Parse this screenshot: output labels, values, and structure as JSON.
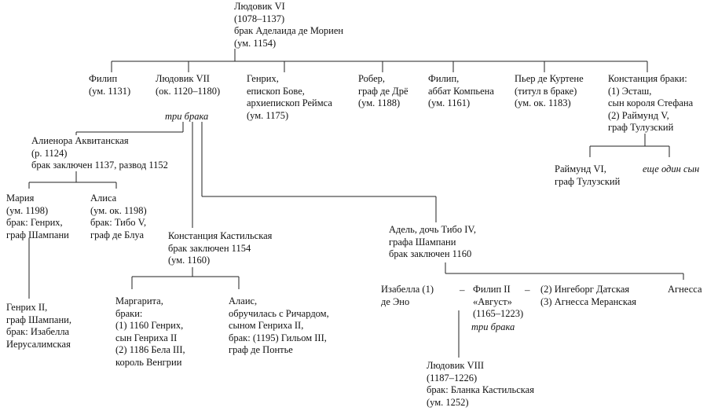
{
  "louis6": [
    "Людовик VI",
    "(1078–1137)",
    "брак Аделаида де Мориен",
    "(ум. 1154)"
  ],
  "philip_1131": [
    "Филип",
    "(ум. 1131)"
  ],
  "louis7": [
    "Людовик VII",
    "(ок. 1120–1180)"
  ],
  "louis7_note": "три брака",
  "henri_bove": [
    "Генрих,",
    "епископ Бове,",
    "архиепископ Реймса",
    "(ум.  1175)"
  ],
  "robert_dreux": [
    "Робер,",
    "граф де Дрё",
    "(ум.  1188)"
  ],
  "philip_abbot": [
    "Филип,",
    "аббат Компьена",
    "(ум. 1161)"
  ],
  "pierre_courtenay": [
    "Пьер де Куртене",
    "(титул в браке)",
    "(ум. ок. 1183)"
  ],
  "constance_fr": [
    "Констанция браки:",
    "(1) Эсташ,",
    "сын короля Стефана",
    "(2) Раймунд V,",
    "граф Тулузский"
  ],
  "raymond6": [
    "Раймунд VI,",
    "граф Тулузский"
  ],
  "other_son": "еще один сын",
  "eleanor": [
    "Алиенора Аквитанская",
    "(р. 1124)",
    "брак заключен 1137, развод 1152"
  ],
  "marie": [
    "Мария",
    "(ум. 1198)",
    "брак: Генрих,",
    "граф Шампани"
  ],
  "alice": [
    "Алиса",
    "(ум. ок. 1198)",
    "брак: Тибо V,",
    "граф  де Блуа"
  ],
  "henri2_champagne": [
    "Генрих II,",
    "граф Шампани,",
    "брак: Изабелла",
    "Иерусалимская"
  ],
  "constance_castile": [
    "Констанция Кастильская",
    "брак заключен 1154",
    "(ум. 1160)"
  ],
  "margaret": [
    "Маргарита,",
    "браки:",
    "(1) 1160 Генрих,",
    "сын Генриха II",
    "(2) 1186 Бела III,",
    "король Венгрии"
  ],
  "alais": [
    "Алаис,",
    "обручилась с Ричардом,",
    "сыном Генриха II,",
    "брак: (1195) Гильом III,",
    "граф де Понтье"
  ],
  "adele": [
    "Адель, дочь Тибо IV,",
    "графа Шампани",
    "брак заключен 1160"
  ],
  "isabella": [
    "Изабелла (1)",
    "де Эно"
  ],
  "philip2": [
    "Филип II",
    "«Август»",
    "(1165–1223)"
  ],
  "philip2_note": "три брака",
  "philip2_wives": [
    "(2) Ингеборг Датская",
    "(3) Агнесса Меранская"
  ],
  "agnes": [
    "Агнесса"
  ],
  "dash": "–",
  "louis8": [
    "Людовик VIII",
    "(1187–1226)",
    "брак: Бланка Кастильская",
    "(ум. 1252)"
  ]
}
